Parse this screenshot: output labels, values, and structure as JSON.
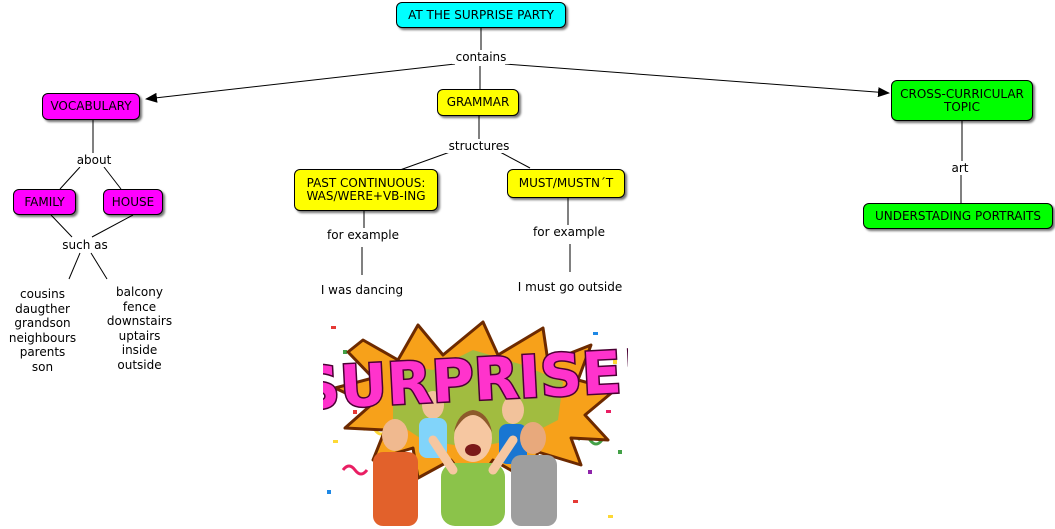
{
  "map": {
    "root": "AT THE SURPRISE PARTY",
    "contains": "contains",
    "vocabulary": "VOCABULARY",
    "grammar": "GRAMMAR",
    "cross_topic": "CROSS-CURRICULAR TOPIC",
    "about": "about",
    "family": "FAMILY",
    "house": "HOUSE",
    "such_as": "such as",
    "family_words": [
      "cousins",
      "daugther",
      "grandson",
      "neighbours",
      "parents",
      "son"
    ],
    "house_words": [
      "balcony",
      "fence",
      "downstairs",
      "uptairs",
      "inside",
      "outside"
    ],
    "structures": "structures",
    "past_continuous": "PAST CONTINUOUS: WAS/WERE+VB-ING",
    "must": "MUST/MUSTN´T",
    "for_example_1": "for example",
    "for_example_2": "for example",
    "example_1": "I was dancing",
    "example_2": "I must go outside",
    "art": "art",
    "portraits": "UNDERSTADING PORTRAITS"
  },
  "image": {
    "banner": "SURPRISE!"
  },
  "colors": {
    "root": "#00ffff",
    "vocabulary": "#ff00ff",
    "grammar": "#ffff00",
    "topic": "#00ff00",
    "banner_text": "#ff33cc",
    "burst": "#f7a11a"
  }
}
